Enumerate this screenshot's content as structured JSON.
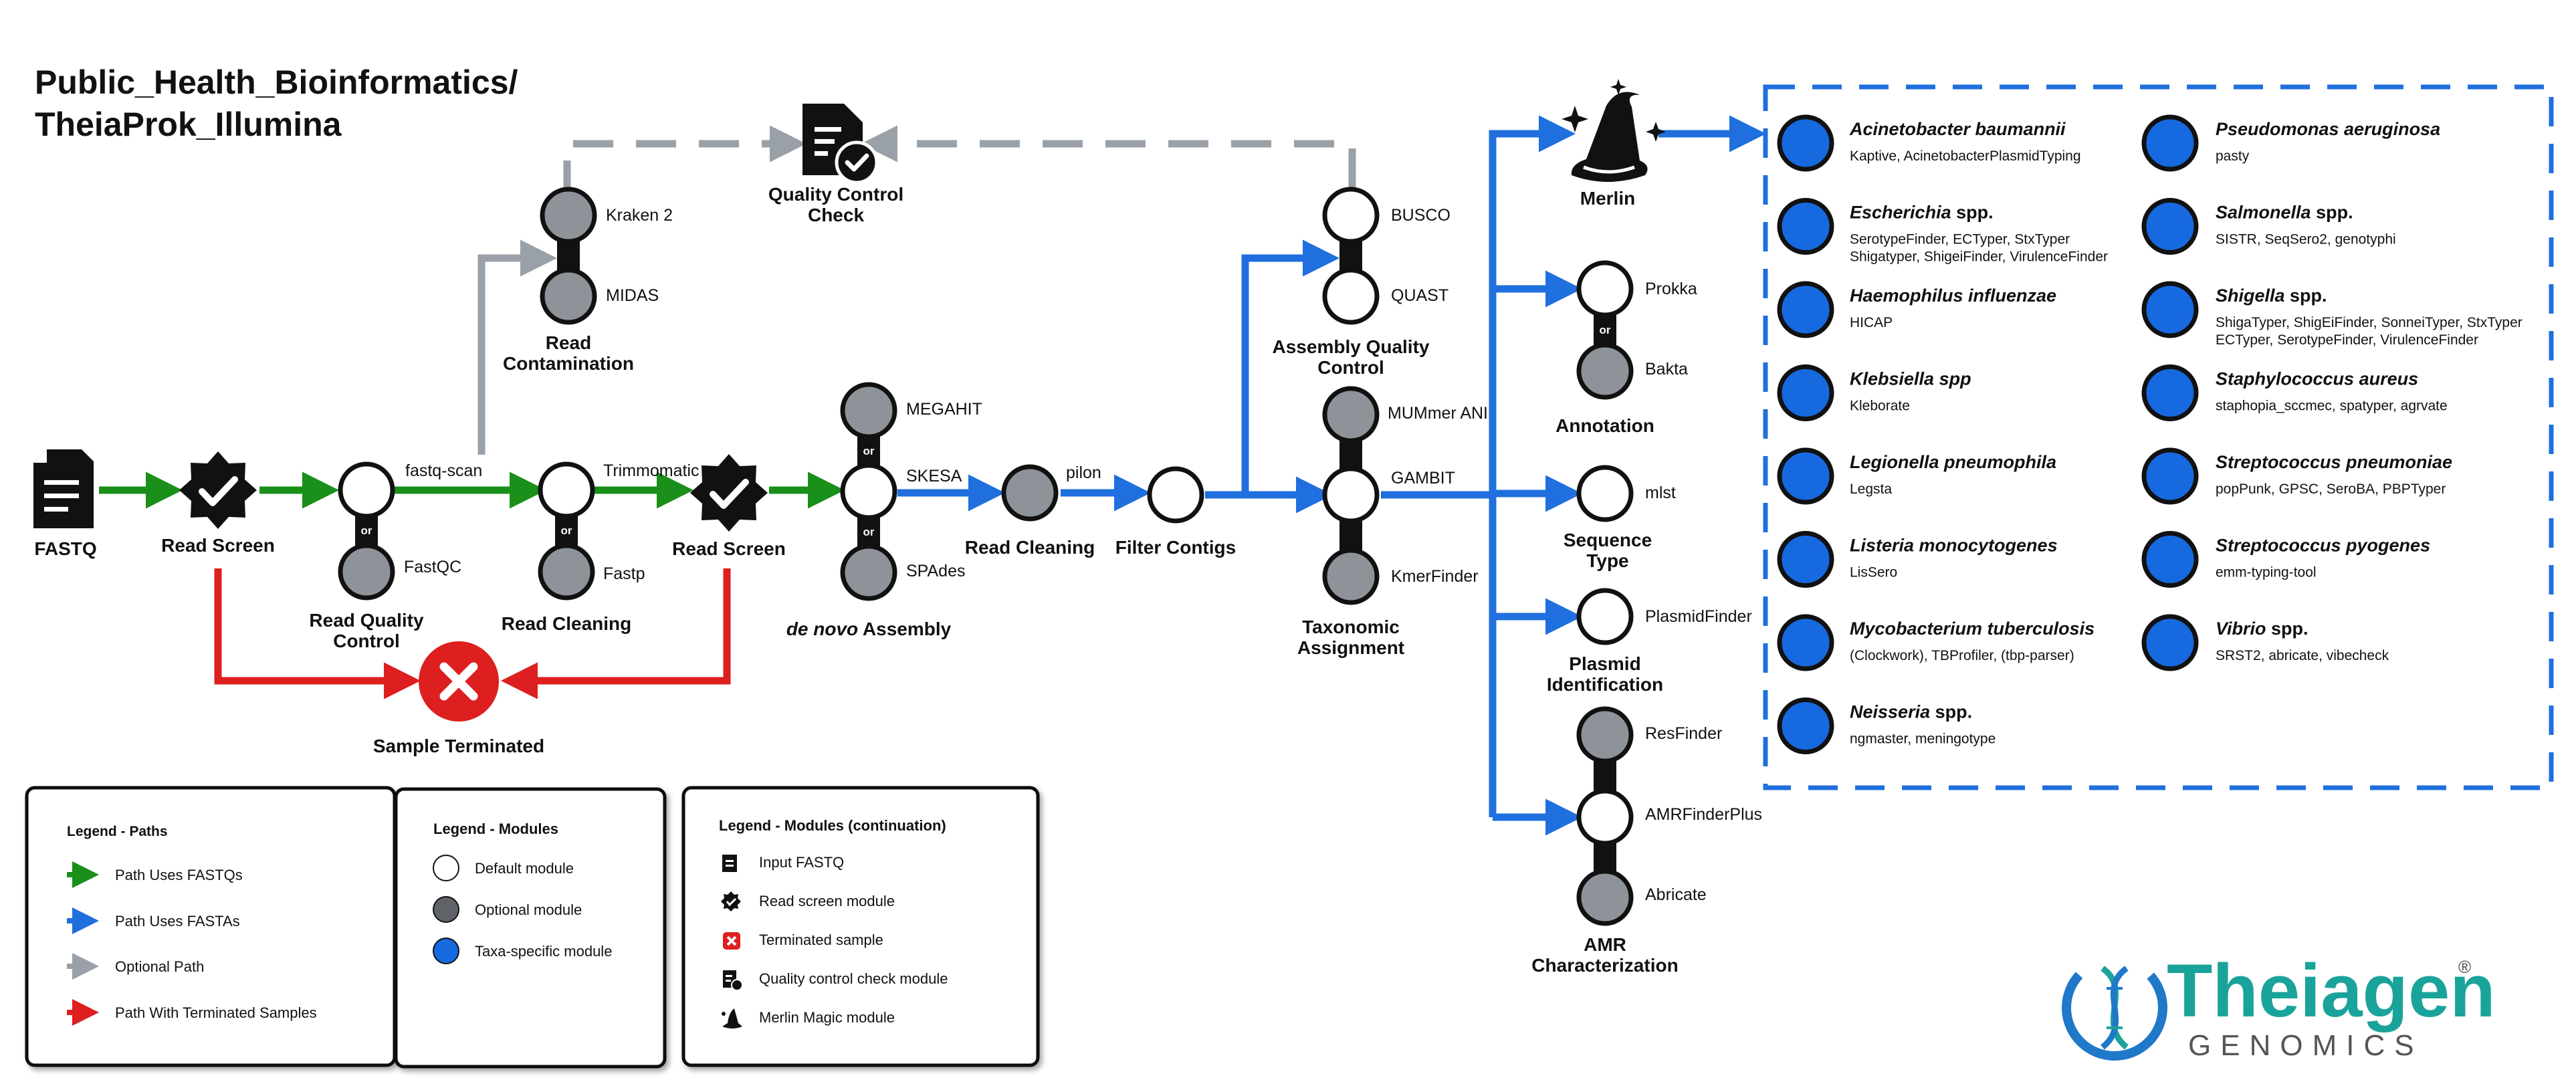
{
  "title": {
    "line1": "Public_Health_Bioinformatics/",
    "line2": "TheiaProk_Illumina"
  },
  "colors": {
    "green": "#1a8f1a",
    "blue": "#1f6fde",
    "gray": "#9aa0a8",
    "red": "#dd1f1f",
    "node_optional": "#8e9399",
    "taxa_fill": "#1769e0",
    "brand_teal": "#1aa39a",
    "brand_blue": "#1f78c8"
  },
  "nodes": {
    "fastq": "FASTQ",
    "read_screen_1": "Read Screen",
    "read_screen_2": "Read Screen",
    "fastq_scan": "fastq-scan",
    "fastqc": "FastQC",
    "read_qc_1": "Read Quality",
    "read_qc_2": "Control",
    "trimmomatic": "Trimmomatic",
    "fastp": "Fastp",
    "read_cleaning_1": "Read Cleaning",
    "kraken2": "Kraken 2",
    "midas": "MIDAS",
    "read_contam_1": "Read",
    "read_contam_2": "Contamination",
    "qc_check_1": "Quality Control",
    "qc_check_2": "Check",
    "megahit": "MEGAHIT",
    "skesa": "SKESA",
    "spades": "SPAdes",
    "de_novo_italic": "de novo",
    "de_novo_rest": " Assembly",
    "pilon": "pilon",
    "read_cleaning_2": "Read Cleaning",
    "filter_contigs": "Filter Contigs",
    "busco": "BUSCO",
    "quast": "QUAST",
    "assembly_qc_1": "Assembly Quality",
    "assembly_qc_2": "Control",
    "mummer": "MUMmer ANI",
    "gambit": "GAMBIT",
    "kmerfinder": "KmerFinder",
    "tax_assign_1": "Taxonomic",
    "tax_assign_2": "Assignment",
    "merlin": "Merlin",
    "prokka": "Prokka",
    "bakta": "Bakta",
    "annotation": "Annotation",
    "mlst": "mlst",
    "seq_type_1": "Sequence",
    "seq_type_2": "Type",
    "plasmidfinder": "PlasmidFinder",
    "plasmid_id_1": "Plasmid",
    "plasmid_id_2": "Identification",
    "resfinder": "ResFinder",
    "amrfinderplus": "AMRFinderPlus",
    "abricate": "Abricate",
    "amr_1": "AMR",
    "amr_2": "Characterization",
    "sample_terminated": "Sample Terminated",
    "or": "or"
  },
  "taxa_left": [
    {
      "name": "Acinetobacter baumannii",
      "suffix": "",
      "tools": "Kaptive, AcinetobacterPlasmidTyping",
      "tools2": ""
    },
    {
      "name": "Escherichia",
      "suffix": " spp.",
      "tools": "SerotypeFinder, ECTyper, StxTyper",
      "tools2": "Shigatyper, ShigeiFinder, VirulenceFinder"
    },
    {
      "name": "Haemophilus influenzae",
      "suffix": "",
      "tools": "HICAP",
      "tools2": ""
    },
    {
      "name": "Klebsiella spp",
      "suffix": "",
      "tools": "Kleborate",
      "tools2": ""
    },
    {
      "name": "Legionella pneumophila",
      "suffix": "",
      "tools": "Legsta",
      "tools2": ""
    },
    {
      "name": "Listeria monocytogenes",
      "suffix": "",
      "tools": "LisSero",
      "tools2": ""
    },
    {
      "name": "Mycobacterium tuberculosis",
      "suffix": "",
      "tools": "(Clockwork), TBProfiler, (tbp-parser)",
      "tools2": ""
    },
    {
      "name": "Neisseria",
      "suffix": " spp.",
      "tools": "ngmaster, meningotype",
      "tools2": ""
    }
  ],
  "taxa_right": [
    {
      "name": "Pseudomonas aeruginosa",
      "suffix": "",
      "tools": "pasty",
      "tools2": ""
    },
    {
      "name": "Salmonella",
      "suffix": " spp.",
      "tools": "SISTR, SeqSero2, genotyphi",
      "tools2": ""
    },
    {
      "name": "Shigella",
      "suffix": " spp.",
      "tools": "ShigaTyper, ShigEiFinder, SonneiTyper, StxTyper",
      "tools2": "ECTyper, SerotypeFinder, VirulenceFinder"
    },
    {
      "name": "Staphylococcus aureus",
      "suffix": "",
      "tools": "staphopia_sccmec, spatyper, agrvate",
      "tools2": ""
    },
    {
      "name": "Streptococcus pneumoniae",
      "suffix": "",
      "tools": "popPunk, GPSC, SeroBA, PBPTyper",
      "tools2": ""
    },
    {
      "name": "Streptococcus pyogenes",
      "suffix": "",
      "tools": "emm-typing-tool",
      "tools2": ""
    },
    {
      "name": "Vibrio",
      "suffix": " spp.",
      "tools": "SRST2, abricate, vibecheck",
      "tools2": ""
    }
  ],
  "legend_paths": {
    "title": "Legend - Paths",
    "items": [
      "Path Uses FASTQs",
      "Path Uses FASTAs",
      "Optional Path",
      "Path With Terminated Samples"
    ]
  },
  "legend_modules": {
    "title": "Legend - Modules",
    "items": [
      "Default module",
      "Optional module",
      "Taxa-specific module"
    ]
  },
  "legend_modules_cont": {
    "title": "Legend - Modules (continuation)",
    "items": [
      "Input FASTQ",
      "Read screen module",
      "Terminated sample",
      "Quality control check module",
      "Merlin Magic module"
    ]
  },
  "brand": {
    "name": "Theiagen",
    "sub": "GENOMICS",
    "reg": "®"
  }
}
